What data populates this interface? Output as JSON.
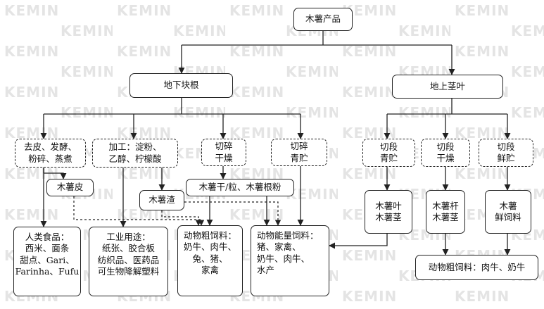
{
  "diagram": {
    "watermark": "KEMIN",
    "nodes": {
      "root": "木薯产品",
      "underground": "地下块根",
      "aboveground": "地上茎叶",
      "peel_ferment": "去皮、发酵、\n粉碎、蒸煮",
      "process": "加工：淀粉、\n乙醇、柠檬酸",
      "chop_dry": "切碎\n干燥",
      "chop_silage": "切碎\n青贮",
      "seg_silage": "切段\n青贮",
      "seg_dry": "切段\n干燥",
      "seg_fresh": "切段\n鲜贮",
      "peel": "木薯皮",
      "residue": "木薯渣",
      "dry_granule": "木薯干/粒、木薯根粉",
      "leaf_stem": "木薯叶\n木薯茎",
      "stalk_stem": "木薯杆\n木薯茎",
      "fresh_feed": "木薯\n鲜饲料",
      "human_food": "人类食品：\n西米、面条\n甜点、Gari、\nFarinha、Fufu",
      "industrial": "工业用途：\n纸张、胶合板\n纺织品、医药品\n可生物降解塑料",
      "coarse_feed": "动物粗饲料：\n奶牛、肉牛、\n兔、猪、\n家禽",
      "energy_feed": "动物能量饲料：\n猪、家禽、\n奶牛、肉牛、\n水产",
      "coarse_feed2": "动物粗饲料：肉牛、奶牛"
    }
  }
}
